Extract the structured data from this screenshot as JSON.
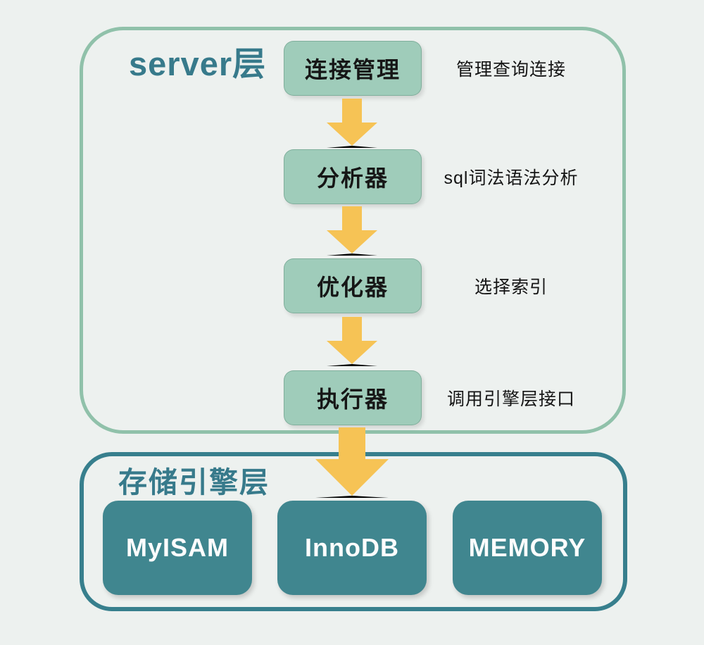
{
  "diagram": {
    "server_layer": {
      "title": "server层",
      "steps": [
        {
          "label": "连接管理",
          "note": "管理查询连接"
        },
        {
          "label": "分析器",
          "note": "sql词法语法分析"
        },
        {
          "label": "优化器",
          "note": "选择索引"
        },
        {
          "label": "执行器",
          "note": "调用引擎层接口"
        }
      ]
    },
    "storage_layer": {
      "title": "存储引擎层",
      "engines": [
        {
          "name": "MyISAM"
        },
        {
          "name": "InnoDB"
        },
        {
          "name": "MEMORY"
        }
      ]
    },
    "colors": {
      "background": "#edf1ef",
      "server_container_border": "#90c1aa",
      "layer_title_text": "#377a8b",
      "step_box_fill": "#9fccba",
      "step_box_text": "#161616",
      "annotation_text": "#141414",
      "arrow": "#f6c355",
      "storage_container_border": "#377f8d",
      "engine_box_fill": "#40868f",
      "engine_box_text": "#fdfdfd"
    }
  }
}
